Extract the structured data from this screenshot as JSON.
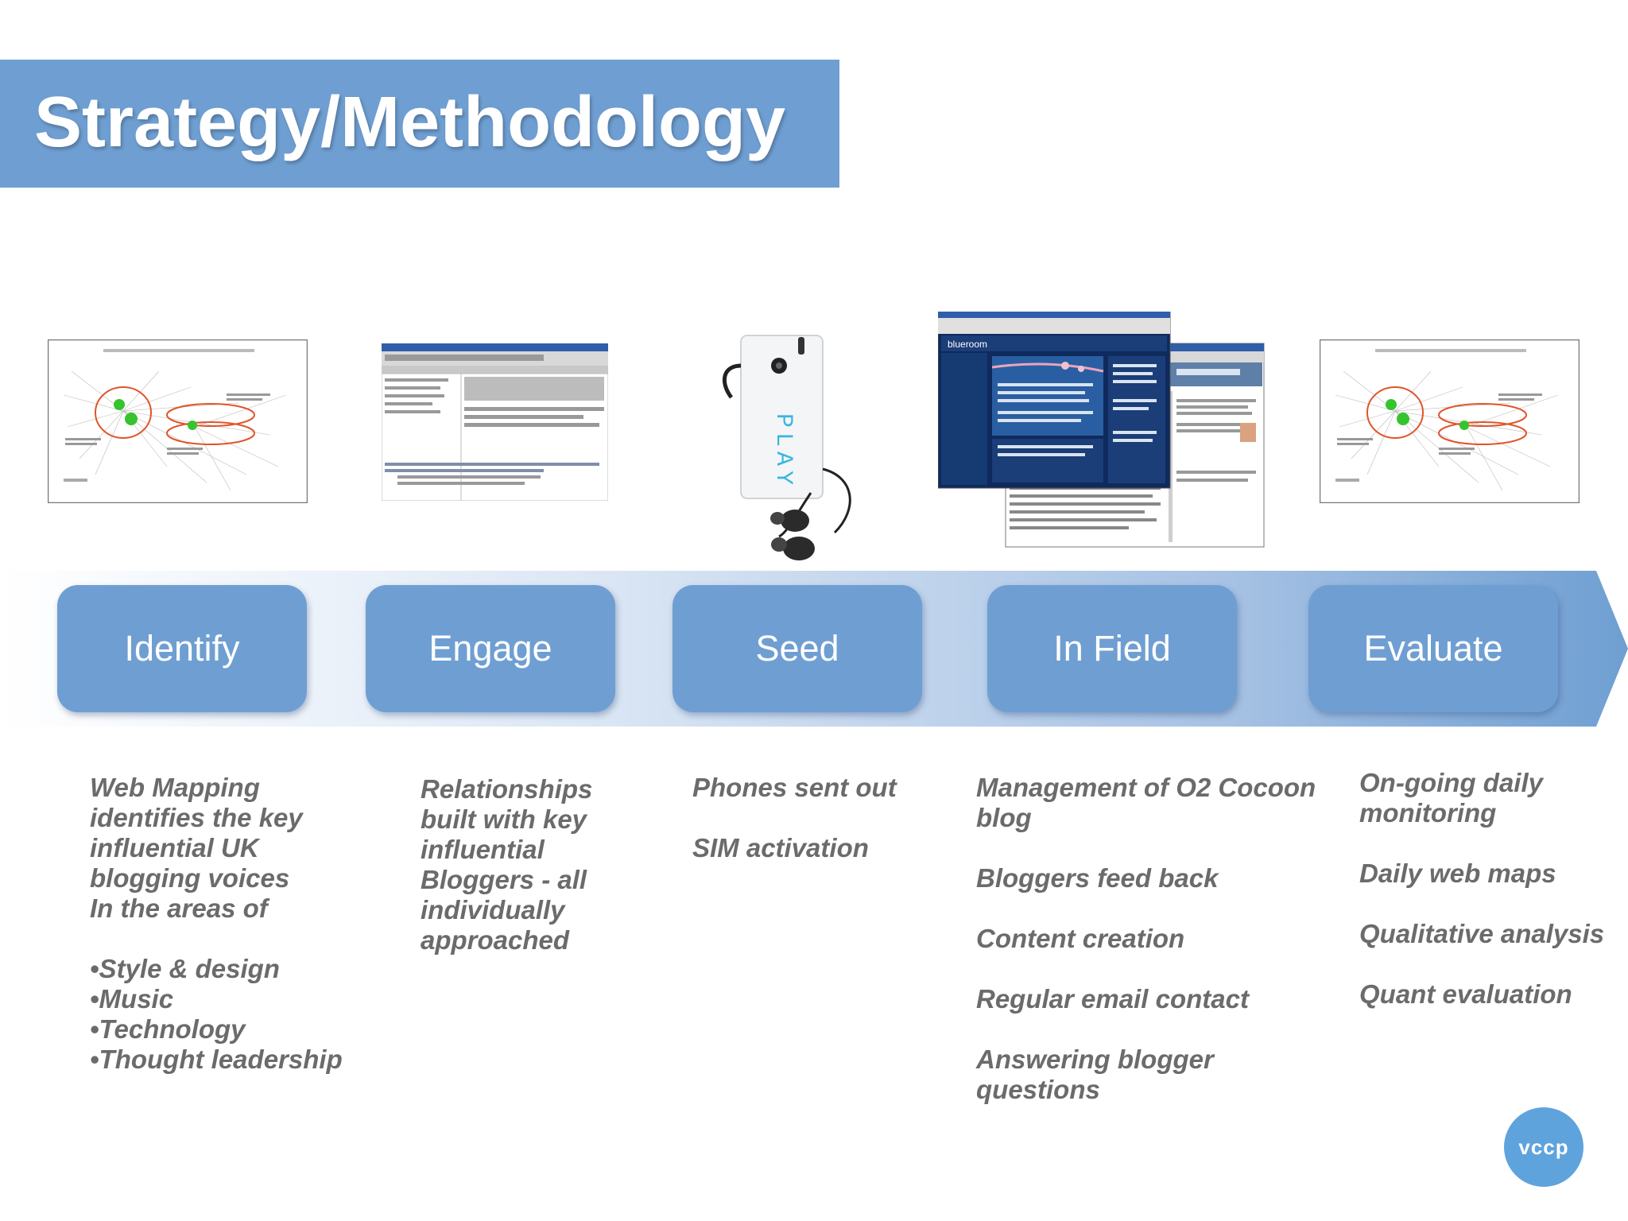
{
  "title": "Strategy/Methodology",
  "steps": [
    {
      "label": "Identify"
    },
    {
      "label": "Engage"
    },
    {
      "label": "Seed"
    },
    {
      "label": "In Field"
    },
    {
      "label": "Evaluate"
    }
  ],
  "columns": {
    "identify": {
      "intro": [
        "Web Mapping",
        "identifies the key",
        "influential UK",
        "blogging voices",
        "In the areas of"
      ],
      "bullets": [
        "•Style & design",
        "•Music",
        "•Technology",
        "•Thought leadership"
      ]
    },
    "engage": {
      "lines": [
        "Relationships",
        "built with key",
        "influential",
        "Bloggers - all",
        "individually",
        "approached"
      ]
    },
    "seed": {
      "items": [
        "Phones sent out",
        "SIM activation"
      ]
    },
    "infield": {
      "items": [
        [
          "Management  of O2 Cocoon",
          "blog"
        ],
        [
          "Bloggers feed back"
        ],
        [
          "Content creation"
        ],
        [
          "Regular email contact"
        ],
        [
          "Answering blogger",
          "questions"
        ]
      ]
    },
    "evaluate": {
      "items": [
        [
          "On-going daily",
          "monitoring"
        ],
        [
          "Daily web maps"
        ],
        [
          "Qualitative analysis"
        ],
        [
          "Quant evaluation"
        ]
      ]
    }
  },
  "images": {
    "webmap_1": {
      "icon": "web-map-image"
    },
    "email_client": {
      "icon": "email-screenshot-image"
    },
    "phone": {
      "icon": "phone-with-earphones-image",
      "screen_text": "PLAY"
    },
    "blog_screens": {
      "icon": "blog-screenshots-image",
      "blog_name": "blueroom"
    },
    "webmap_2": {
      "icon": "web-map-image"
    }
  },
  "logo": {
    "text": "vccp"
  },
  "colors": {
    "title_bar": "#6f9fd2",
    "step_box": "#6f9fd2",
    "body_text": "#6b6b6b"
  }
}
